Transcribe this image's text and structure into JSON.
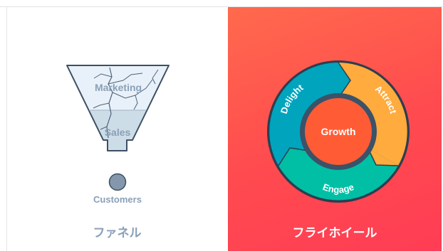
{
  "funnel": {
    "stage_top": "Marketing",
    "stage_middle": "Sales",
    "outcome": "Customers",
    "caption": "ファネル",
    "colors": {
      "stroke": "#3d4f63",
      "top_fill": "#e8f1f9",
      "bottom_fill": "#cddde8",
      "ball": "#8597ad",
      "text": "#8aa0b7"
    }
  },
  "flywheel": {
    "center": "Growth",
    "segments": [
      "Attract",
      "Engage",
      "Delight"
    ],
    "caption": "フライホイール",
    "colors": {
      "attract": "#ffab3d",
      "engage": "#00bfa5",
      "delight": "#00a4bd",
      "hub": "#ff5c35",
      "hub_ring": "#3b5268",
      "outline": "#2d3e50",
      "background": "#ff4f52"
    }
  }
}
